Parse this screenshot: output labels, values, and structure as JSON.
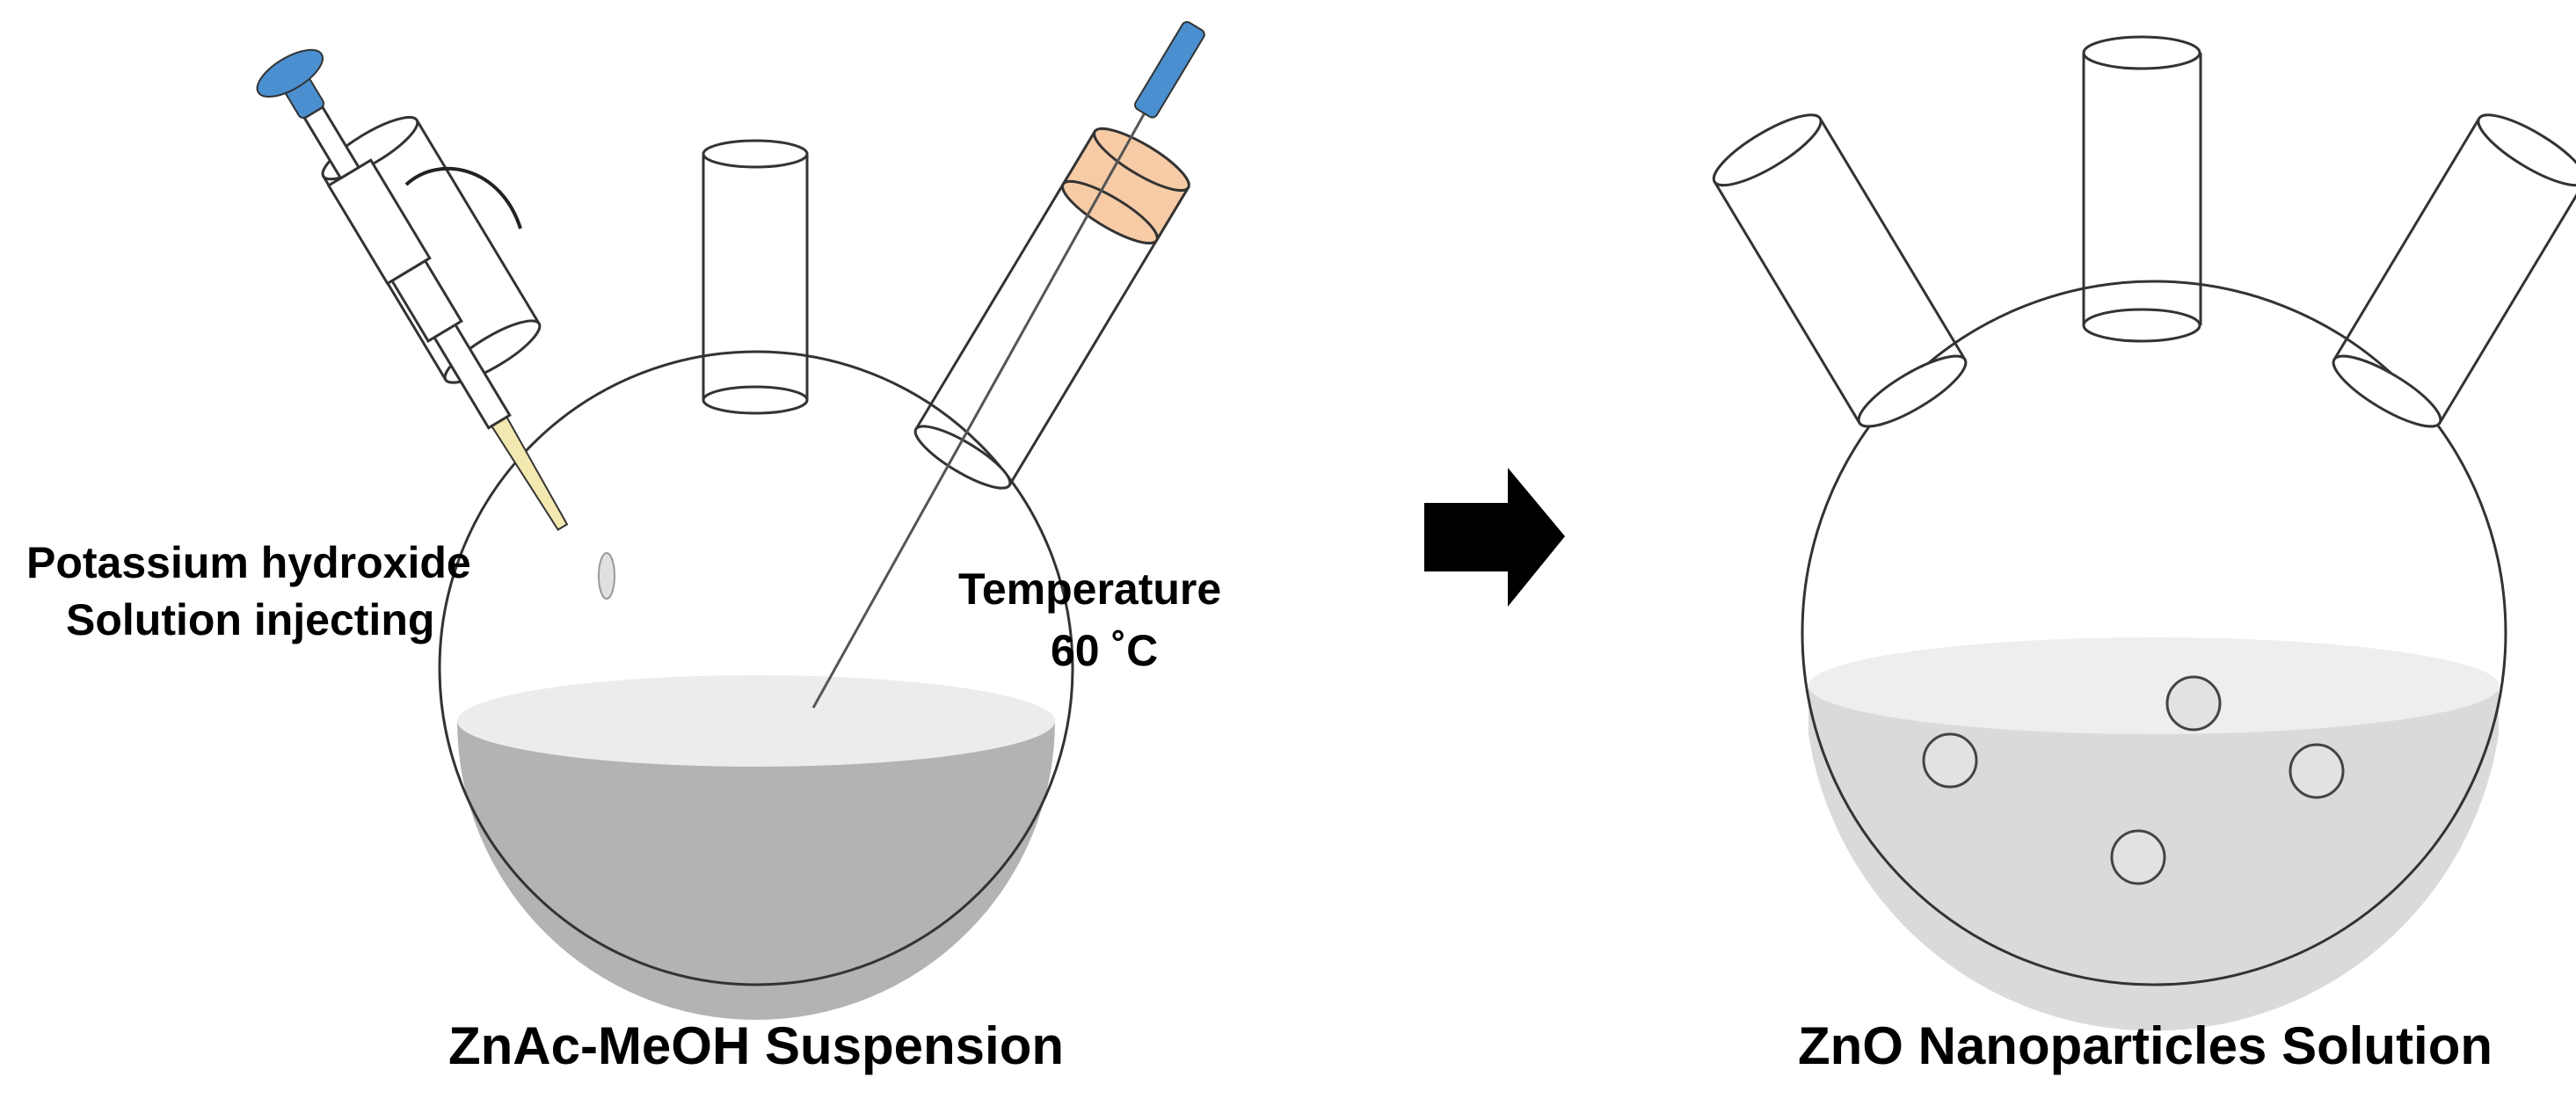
{
  "labels": {
    "injection_line1": "Potassium hydroxide",
    "injection_line2": "Solution injecting",
    "temperature_line1": "Temperature",
    "temperature_line2": "60 ˚C",
    "left_caption": "ZnAc-MeOH Suspension",
    "right_caption": "ZnO Nanoparticles Solution"
  },
  "colors": {
    "outline": "#333333",
    "plunger_blue": "#4a8fd0",
    "septum": "#f6cba6",
    "needle_tip": "#f2e8b0",
    "left_liquid": "#b3b3b3",
    "left_liquid_surface": "#ececec",
    "right_liquid": "#dadada",
    "right_liquid_surface": "#eeeeee",
    "arrow": "#000000"
  },
  "right_flask": {
    "nanoparticle_count": 4
  }
}
